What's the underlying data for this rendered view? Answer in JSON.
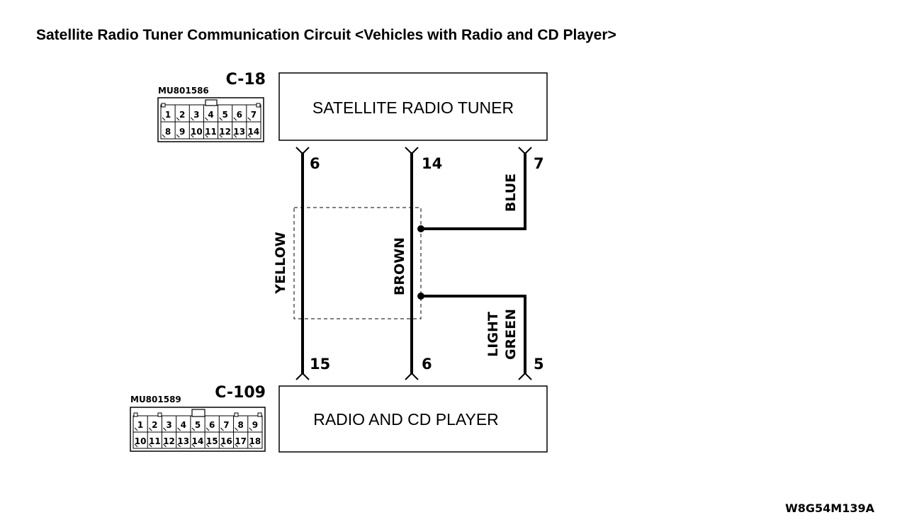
{
  "title": "Satellite Radio Tuner Communication Circuit <Vehicles with Radio and CD Player>",
  "components": {
    "tuner": {
      "label": "SATELLITE RADIO TUNER",
      "connector": "C-18",
      "part_number": "MU801586"
    },
    "player": {
      "label": "RADIO AND CD PLAYER",
      "connector": "C-109",
      "part_number": "MU801589"
    }
  },
  "connector_c18": {
    "row1": [
      "1",
      "2",
      "3",
      "4",
      "5",
      "6",
      "7"
    ],
    "row2": [
      "8",
      "9",
      "10",
      "11",
      "12",
      "13",
      "14"
    ]
  },
  "connector_c109": {
    "row1": [
      "1",
      "2",
      "3",
      "4",
      "5",
      "6",
      "7",
      "8",
      "9"
    ],
    "row2": [
      "10",
      "11",
      "12",
      "13",
      "14",
      "15",
      "16",
      "17",
      "18"
    ]
  },
  "wires": {
    "yellow": {
      "color": "YELLOW",
      "top_pin": "6",
      "bottom_pin": "15"
    },
    "brown": {
      "color": "BROWN",
      "top_pin": "14",
      "bottom_pin": "6"
    },
    "blue": {
      "color": "BLUE",
      "top_pin": "7"
    },
    "light_green": {
      "color_line1": "LIGHT",
      "color_line2": "GREEN",
      "bottom_pin": "5"
    }
  },
  "figure_code": "W8G54M139A"
}
